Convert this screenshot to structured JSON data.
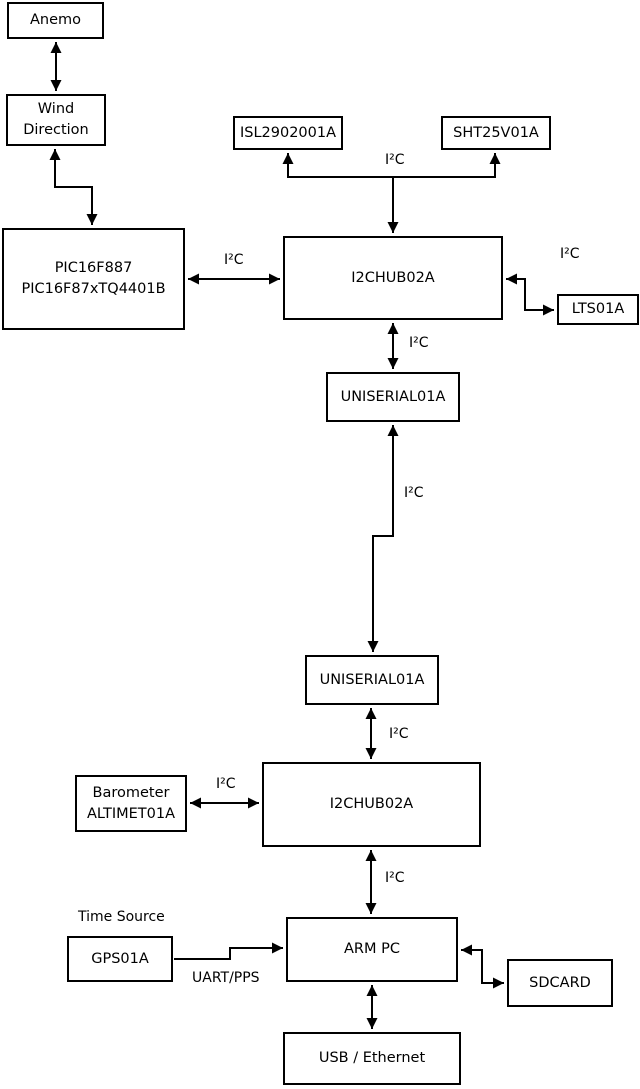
{
  "diagram": {
    "background_color": "#ffffff",
    "line_color": "#000000",
    "nodes": {
      "anemo": {
        "label": "Anemo"
      },
      "wind_direction": {
        "label": "Wind\nDirection"
      },
      "pic": {
        "label": "PIC16F887\nPIC16F87xTQ4401B"
      },
      "isl": {
        "label": "ISL2902001A"
      },
      "sht": {
        "label": "SHT25V01A"
      },
      "i2chub_1": {
        "label": "I2CHUB02A"
      },
      "lts": {
        "label": "LTS01A"
      },
      "uniserial_1": {
        "label": "UNISERIAL01A"
      },
      "uniserial_2": {
        "label": "UNISERIAL01A"
      },
      "i2chub_2": {
        "label": "I2CHUB02A"
      },
      "barometer": {
        "label": "Barometer\nALTIMET01A"
      },
      "gps": {
        "label": "GPS01A"
      },
      "arm_pc": {
        "label": "ARM PC"
      },
      "sdcard": {
        "label": "SDCARD"
      },
      "usb_ethernet": {
        "label": "USB / Ethernet"
      }
    },
    "edge_labels": {
      "i2c": "I²C",
      "uart_pps": "UART/PPS",
      "time_source": "Time Source"
    }
  }
}
